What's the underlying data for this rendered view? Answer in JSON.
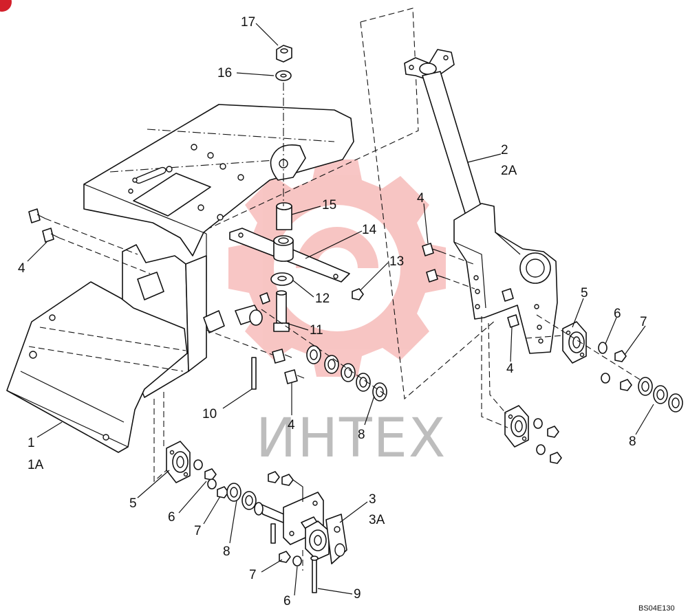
{
  "diagram": {
    "drawing_code": "BS04E130",
    "watermark": "ИНТЕХ",
    "watermark_color": "#e5322d",
    "callouts": [
      {
        "id": "c17",
        "text": "17"
      },
      {
        "id": "c16",
        "text": "16"
      },
      {
        "id": "c2",
        "text": "2"
      },
      {
        "id": "c2a",
        "text": "2A"
      },
      {
        "id": "c15",
        "text": "15"
      },
      {
        "id": "c14",
        "text": "14"
      },
      {
        "id": "c4a",
        "text": "4"
      },
      {
        "id": "c4b",
        "text": "4"
      },
      {
        "id": "c13",
        "text": "13"
      },
      {
        "id": "c12",
        "text": "12"
      },
      {
        "id": "c11",
        "text": "11"
      },
      {
        "id": "c5a",
        "text": "5"
      },
      {
        "id": "c6a",
        "text": "6"
      },
      {
        "id": "c7a",
        "text": "7"
      },
      {
        "id": "c4c",
        "text": "4"
      },
      {
        "id": "c4d",
        "text": "4"
      },
      {
        "id": "c8a",
        "text": "8"
      },
      {
        "id": "c10",
        "text": "10"
      },
      {
        "id": "c1",
        "text": "1"
      },
      {
        "id": "c1a",
        "text": "1A"
      },
      {
        "id": "c8b",
        "text": "8"
      },
      {
        "id": "c3",
        "text": "3"
      },
      {
        "id": "c3a",
        "text": "3A"
      },
      {
        "id": "c5b",
        "text": "5"
      },
      {
        "id": "c6b",
        "text": "6"
      },
      {
        "id": "c7b",
        "text": "7"
      },
      {
        "id": "c8c",
        "text": "8"
      },
      {
        "id": "c7c",
        "text": "7"
      },
      {
        "id": "c6c",
        "text": "6"
      },
      {
        "id": "c9",
        "text": "9"
      }
    ]
  }
}
